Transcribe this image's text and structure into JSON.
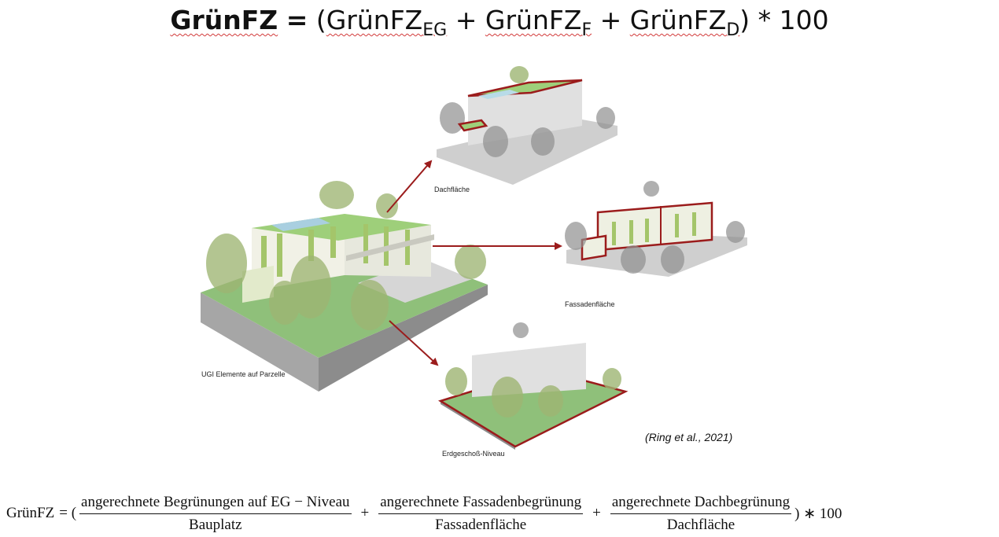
{
  "headline": {
    "lhs": "GrünFZ",
    "equals": "=",
    "open_paren": "(",
    "term1_base": "GrünFZ",
    "term1_sub": "EG",
    "plus1": "+",
    "term2_base": "GrünFZ",
    "term2_sub": "F",
    "plus2": "+",
    "term3_base": "GrünFZ",
    "term3_sub": "D",
    "close_and_factor": ") * 100"
  },
  "labels": {
    "main": "UGI Elemente auf Parzelle",
    "roof": "Dachfläche",
    "facade": "Fassadenfläche",
    "ground": "Erdgeschoß-Niveau"
  },
  "citation": "(Ring et al., 2021)",
  "formula": {
    "lhs": "GrünFZ",
    "eq_open": "= (",
    "f1_num": "angerechnete Begrünungen auf EG − Niveau",
    "f1_den": "Bauplatz",
    "plus1": "+",
    "f2_num": "angerechnete Fassadenbegrünung",
    "f2_den": "Fassadenfläche",
    "plus2": "+",
    "f3_num": "angerechnete Dachbegrünung",
    "f3_den": "Dachfläche",
    "close": ") ∗ 100"
  },
  "colors": {
    "highlight": "#9b1c1c",
    "grass": "#8fc07a",
    "plinth": "#a6a6a6",
    "tree": "#9eb573"
  }
}
